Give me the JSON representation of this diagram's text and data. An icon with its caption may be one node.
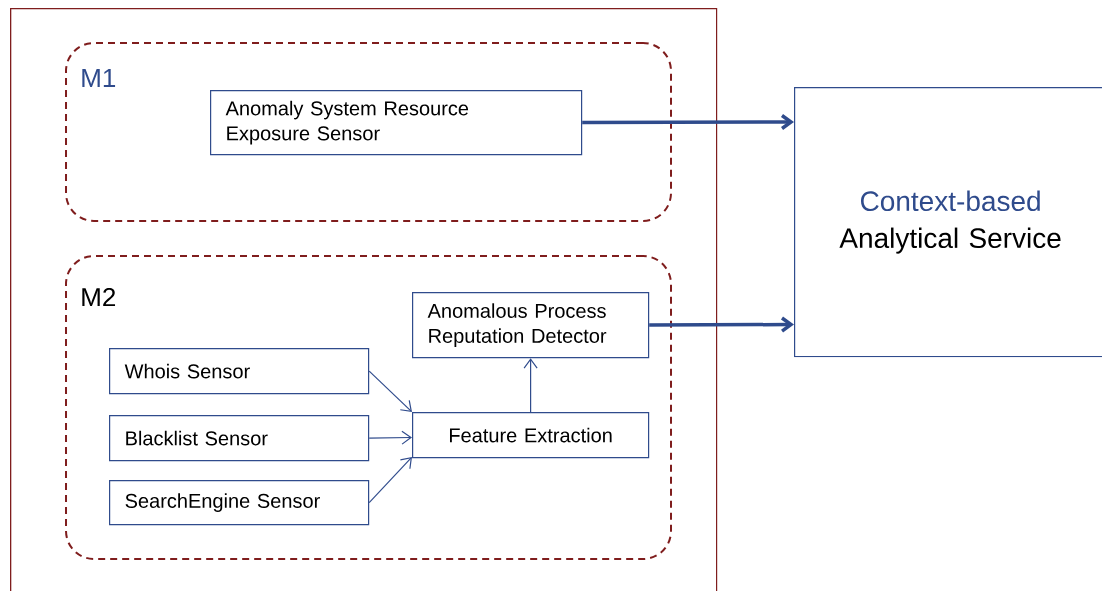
{
  "diagram": {
    "nodes": [
      {
        "text": [],
        "shape": "box"
      },
      {
        "text": [
          "M1"
        ],
        "in": 0
      },
      {
        "text": [
          "Anomaly System Resource Exposure Sensor"
        ],
        "in": 1
      },
      {
        "text": [
          "M2"
        ],
        "in": 0
      },
      {
        "text": [
          "Anomalous Process Reputation Detector"
        ],
        "in": 3
      },
      {
        "text": [
          "Whois Sensor"
        ],
        "in": 3
      },
      {
        "text": [
          "Blacklist Sensor"
        ],
        "in": 3
      },
      {
        "text": [
          "SearchEngine Sensor"
        ],
        "in": 3
      },
      {
        "text": [
          "Feature Extraction"
        ],
        "in": 3
      },
      {
        "text": [
          "Context-based",
          "Analytical Service"
        ]
      }
    ],
    "edges": [
      {
        "from": 2,
        "to": 9,
        "arrow": "to",
        "style": "thick"
      },
      {
        "from": 4,
        "to": 9,
        "arrow": "to",
        "style": "thick"
      },
      {
        "from": 5,
        "to": 8,
        "arrow": "to"
      },
      {
        "from": 6,
        "to": 8,
        "arrow": "to"
      },
      {
        "from": 7,
        "to": 8,
        "arrow": "to"
      },
      {
        "from": 8,
        "to": 4,
        "arrow": "to"
      }
    ]
  }
}
